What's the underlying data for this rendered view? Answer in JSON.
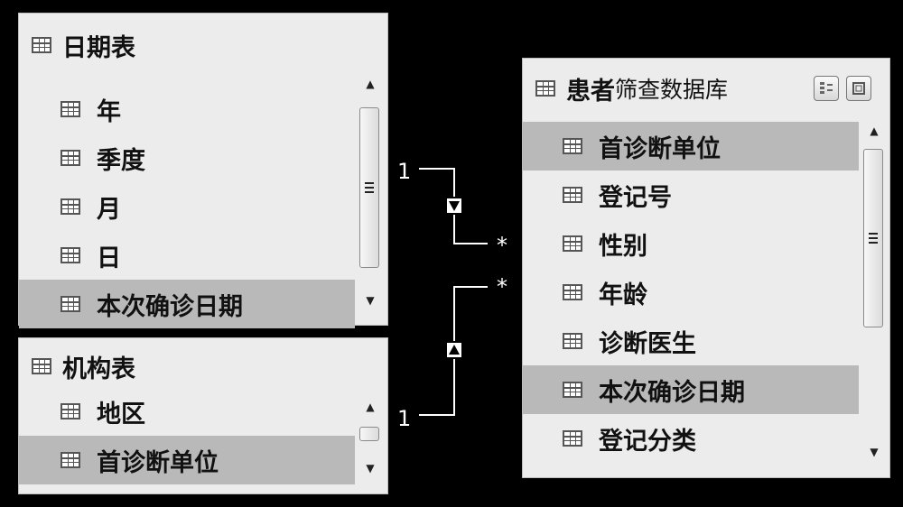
{
  "date_table": {
    "title": "日期表",
    "fields": [
      {
        "label": "年",
        "selected": false
      },
      {
        "label": "季度",
        "selected": false
      },
      {
        "label": "月",
        "selected": false
      },
      {
        "label": "日",
        "selected": false
      },
      {
        "label": "本次确诊日期",
        "selected": true
      }
    ]
  },
  "org_table": {
    "title": "机构表",
    "fields": [
      {
        "label": "地区",
        "selected": false
      },
      {
        "label": "首诊断单位",
        "selected": true
      }
    ]
  },
  "patient_table": {
    "title_bold": "患者",
    "title_rest": "筛查数据库",
    "fields": [
      {
        "label": "首诊断单位",
        "selected": true
      },
      {
        "label": "登记号",
        "selected": false
      },
      {
        "label": "性别",
        "selected": false
      },
      {
        "label": "年龄",
        "selected": false
      },
      {
        "label": "诊断医生",
        "selected": false
      },
      {
        "label": "本次确诊日期",
        "selected": true
      },
      {
        "label": "登记分类",
        "selected": false
      }
    ]
  },
  "relationships": [
    {
      "from_table": "日期表",
      "from_card": "1",
      "to_card": "*",
      "direction": "down"
    },
    {
      "from_table": "机构表",
      "from_card": "1",
      "to_card": "*",
      "direction": "up"
    }
  ],
  "icons": [
    "table-icon",
    "column-icon",
    "scroll-up-icon",
    "scroll-down-icon",
    "scroll-grip-icon",
    "collapse-icon",
    "maximize-icon",
    "filter-direction-icon"
  ]
}
